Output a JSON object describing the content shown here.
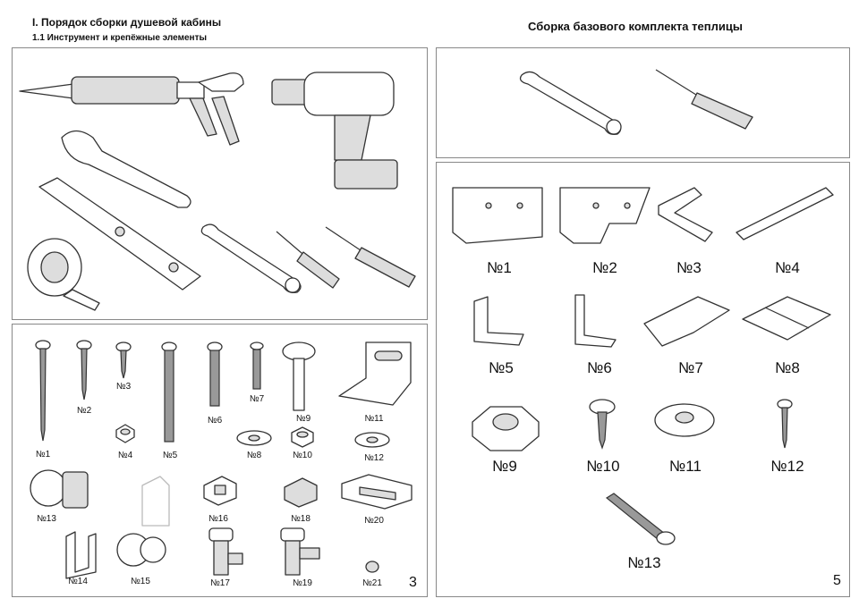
{
  "left_page": {
    "title": "I. Порядок сборки душевой кабины",
    "subtitle": "1.1 Инструмент и крепёжные элементы",
    "page_number": "3",
    "fastener_labels": [
      "№1",
      "№2",
      "№3",
      "№4",
      "№5",
      "№6",
      "№7",
      "№8",
      "№9",
      "№10",
      "№11",
      "№12",
      "№13",
      "№14",
      "№15",
      "№16",
      "№17",
      "№18",
      "№19",
      "№20",
      "№21"
    ]
  },
  "right_page": {
    "title": "Сборка базового комплекта теплицы",
    "page_number": "5",
    "part_labels": [
      "№1",
      "№2",
      "№3",
      "№4",
      "№5",
      "№6",
      "№7",
      "№8",
      "№9",
      "№10",
      "№11",
      "№12",
      "№13"
    ]
  }
}
